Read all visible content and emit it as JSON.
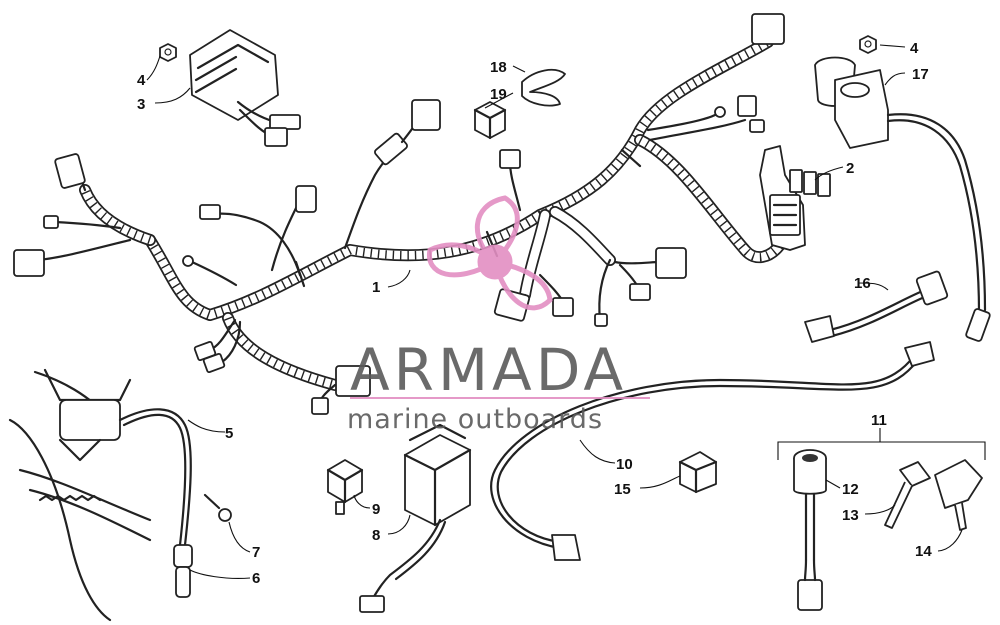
{
  "diagram": {
    "callouts": {
      "c1": "1",
      "c2": "2",
      "c3": "3",
      "c4a": "4",
      "c4b": "4",
      "c5": "5",
      "c6": "6",
      "c7": "7",
      "c8": "8",
      "c9": "9",
      "c10": "10",
      "c11": "11",
      "c12": "12",
      "c13": "13",
      "c14": "14",
      "c15": "15",
      "c16": "16",
      "c17": "17",
      "c18": "18",
      "c19": "19"
    }
  },
  "watermark": {
    "title": "ARMADA",
    "subtitle": "marine outboards",
    "logo_color": "#e38fc3"
  },
  "colors": {
    "line": "#222222",
    "label": "#111111",
    "watermark_text": "#5a5a5a"
  }
}
